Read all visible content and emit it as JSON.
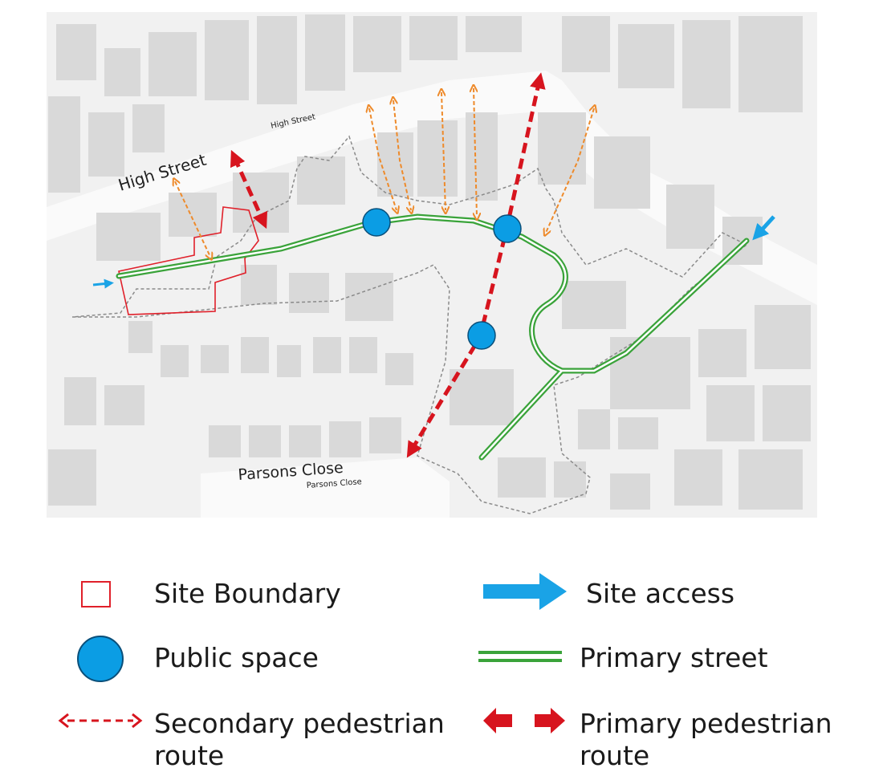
{
  "map": {
    "labels": {
      "high_street_large": "High Street",
      "high_street_small": "High Street",
      "parsons_close_large": "Parsons Close",
      "parsons_close_small": "Parsons Close"
    },
    "colors": {
      "site_boundary": "#e0202a",
      "public_space": "#0b9de4",
      "site_access": "#1aa3e6",
      "primary_street": "#3aa33a",
      "primary_pedestrian": "#d7141e",
      "secondary_pedestrian_orange": "#ee8a2a",
      "building": "#dcdcdc",
      "ground": "#f0f0f0"
    },
    "public_space_count": 3
  },
  "legend": {
    "site_boundary": "Site Boundary",
    "site_access": "Site access",
    "public_space": "Public space",
    "primary_street": "Primary street",
    "secondary_pedestrian_line1": "Secondary pedestrian",
    "secondary_pedestrian_line2": "route",
    "primary_pedestrian_line1": "Primary pedestrian",
    "primary_pedestrian_line2": "route"
  }
}
